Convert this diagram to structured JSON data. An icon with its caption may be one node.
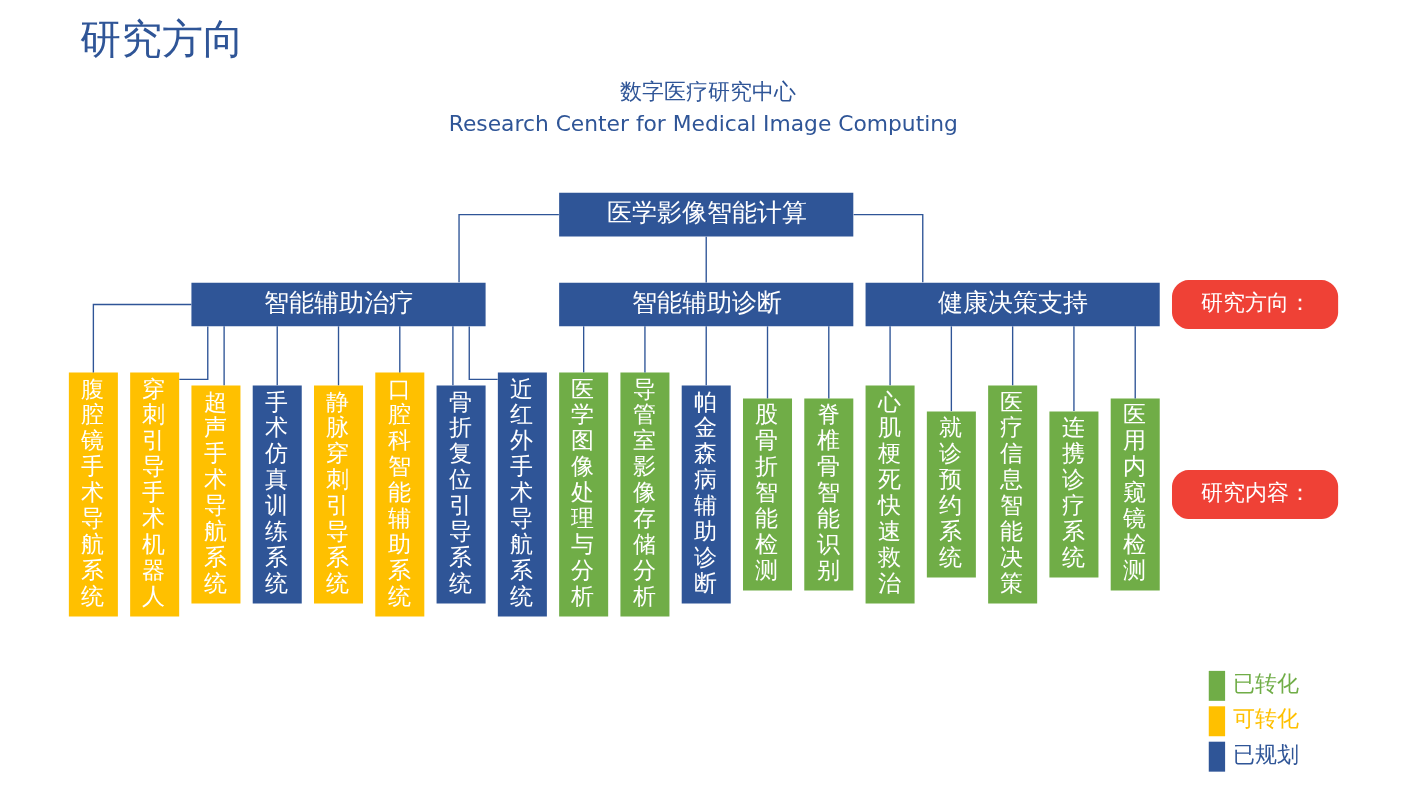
{
  "diagram": {
    "title": "研究方向",
    "nodes": [
      {
        "text": [
          "医学影像智能计算"
        ]
      },
      {
        "text": [
          "智能辅助治疗"
        ]
      },
      {
        "text": [
          "智能辅助诊断"
        ]
      },
      {
        "text": [
          "健康决策支持"
        ]
      },
      {
        "text": [
          "腹腔镜手术导航系统"
        ]
      },
      {
        "text": [
          "穿刺引导手术机器人"
        ]
      },
      {
        "text": [
          "超声手术导航系统"
        ]
      },
      {
        "text": [
          "手术仿真训练系统"
        ]
      },
      {
        "text": [
          "静脉穿刺引导系统"
        ]
      },
      {
        "text": [
          "口腔科智能辅助系统"
        ]
      },
      {
        "text": [
          "骨折复位引导系统"
        ]
      },
      {
        "text": [
          "近红外手术导航系统"
        ]
      },
      {
        "text": [
          "医学图像处理与分析"
        ]
      },
      {
        "text": [
          "导管室影像存储分析"
        ]
      },
      {
        "text": [
          "帕金森病辅助诊断"
        ]
      },
      {
        "text": [
          "股骨折智能检测"
        ]
      },
      {
        "text": [
          "脊椎骨智能识别"
        ]
      },
      {
        "text": [
          "心肌梗死快速救治"
        ]
      },
      {
        "text": [
          "就诊预约系统"
        ]
      },
      {
        "text": [
          "医疗信息智能决策"
        ]
      },
      {
        "text": [
          "连携诊疗系统"
        ]
      },
      {
        "text": [
          "医用内窥镜检测"
        ]
      },
      {
        "text": [
          "研究方向："
        ]
      },
      {
        "text": [
          "研究内容："
        ]
      }
    ],
    "edges": [
      {
        "from": 0,
        "to": 1,
        "arrow": "none"
      },
      {
        "from": 0,
        "to": 2,
        "arrow": "none"
      },
      {
        "from": 0,
        "to": 3,
        "arrow": "none"
      },
      {
        "from": 1,
        "to": 4,
        "arrow": "none"
      },
      {
        "from": 1,
        "to": 5,
        "arrow": "none"
      },
      {
        "from": 1,
        "to": 6,
        "arrow": "none"
      },
      {
        "from": 1,
        "to": 7,
        "arrow": "none"
      },
      {
        "from": 1,
        "to": 8,
        "arrow": "none"
      },
      {
        "from": 1,
        "to": 9,
        "arrow": "none"
      },
      {
        "from": 1,
        "to": 10,
        "arrow": "none"
      },
      {
        "from": 1,
        "to": 11,
        "arrow": "none"
      },
      {
        "from": 2,
        "to": 12,
        "arrow": "none"
      },
      {
        "from": 2,
        "to": 13,
        "arrow": "none"
      },
      {
        "from": 2,
        "to": 14,
        "arrow": "none"
      },
      {
        "from": 2,
        "to": 15,
        "arrow": "none"
      },
      {
        "from": 2,
        "to": 16,
        "arrow": "none"
      },
      {
        "from": 3,
        "to": 17,
        "arrow": "none"
      },
      {
        "from": 3,
        "to": 18,
        "arrow": "none"
      },
      {
        "from": 3,
        "to": 19,
        "arrow": "none"
      },
      {
        "from": 3,
        "to": 20,
        "arrow": "none"
      },
      {
        "from": 3,
        "to": 21,
        "arrow": "none"
      }
    ],
    "labels": [
      "数字医疗研究中心",
      "Research Center for Medical Image Computing"
    ],
    "legend": [
      {
        "text": "已转化",
        "color": "#70ad47"
      },
      {
        "text": "可转化",
        "color": "#ffc000"
      },
      {
        "text": "已规划",
        "color": "#2f5597"
      }
    ]
  }
}
